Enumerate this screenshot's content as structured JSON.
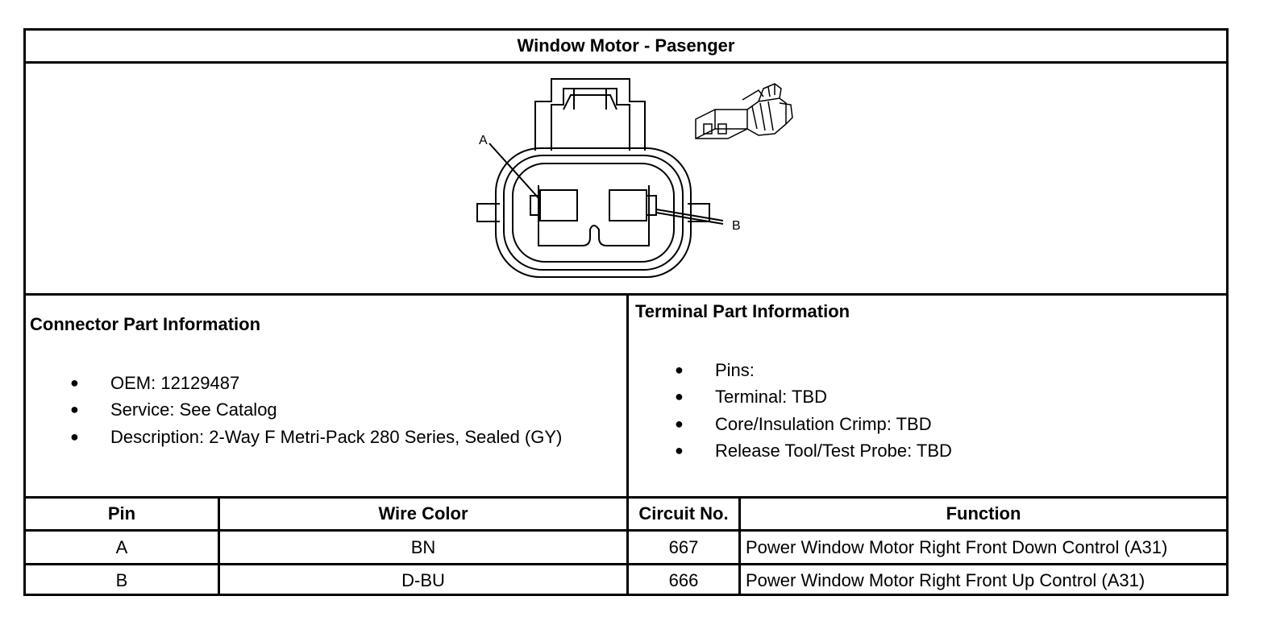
{
  "title": "Window Motor - Pasenger",
  "diagram": {
    "pin_a_label": "A",
    "pin_b_label": "B"
  },
  "connector_info": {
    "heading": "Connector Part Information",
    "items": [
      "OEM: 12129487",
      "Service: See Catalog",
      "Description: 2-Way F Metri-Pack 280 Series, Sealed (GY)"
    ]
  },
  "terminal_info": {
    "heading": "Terminal Part Information",
    "items": [
      "Pins:",
      "Terminal: TBD",
      "Core/Insulation Crimp: TBD",
      "Release Tool/Test Probe: TBD"
    ]
  },
  "bullet_glyph": "●",
  "pin_table": {
    "headers": [
      "Pin",
      "Wire Color",
      "Circuit No.",
      "Function"
    ],
    "rows": [
      [
        "A",
        "BN",
        "667",
        "Power Window Motor Right Front Down Control (A31)"
      ],
      [
        "B",
        "D-BU",
        "666",
        "Power Window Motor Right Front Up Control (A31)"
      ]
    ]
  }
}
